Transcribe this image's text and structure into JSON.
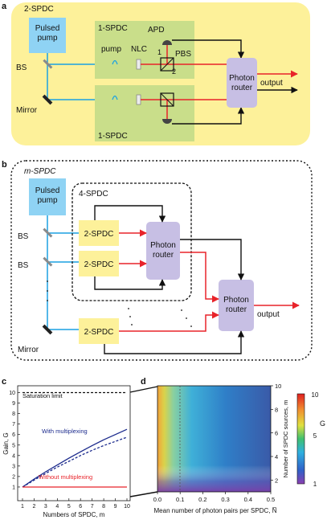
{
  "panel_a": {
    "letter": "a",
    "outer_label": "2-SPDC",
    "pump_line1": "Pulsed",
    "pump_line2": "pump",
    "bs_label": "BS",
    "mirror_label": "Mirror",
    "spdc_top_label": "1-SPDC",
    "spdc_bottom_label": "1-SPDC",
    "pump_word": "pump",
    "nlc_label": "NLC",
    "apd_label": "APD",
    "pbs_label": "PBS",
    "port1": "1",
    "port2": "2",
    "router_line1": "Photon",
    "router_line2": "router",
    "output_label": "output",
    "colors": {
      "outer_fill": "#fdf19a",
      "spdc_fill": "#c9de8a",
      "pump_fill": "#8fd3f4",
      "router_fill": "#c7bfe4",
      "pump_beam": "#1ba1e2",
      "photon_beam": "#e8232a"
    }
  },
  "panel_b": {
    "letter": "b",
    "outer_label": "m-SPDC",
    "pump_line1": "Pulsed",
    "pump_line2": "pump",
    "bs1_label": "BS",
    "bs2_label": "BS",
    "mirror_label": "Mirror",
    "inner_label": "4-SPDC",
    "spdc_box_label": "2-SPDC",
    "router_line1": "Photon",
    "router_line2": "router",
    "output_label": "output",
    "colors": {
      "spdc_fill": "#fdf19a"
    }
  },
  "panel_c": {
    "letter": "c",
    "ylabel": "Gain, G",
    "xlabel": "Numbers of SPDC, m",
    "saturation_label": "Saturation limit",
    "with_label": "With multiplexing",
    "without_label": "Without multiplexing",
    "x_ticks": [
      "1",
      "2",
      "3",
      "4",
      "5",
      "6",
      "7",
      "8",
      "9",
      "10"
    ],
    "y_ticks": [
      "1",
      "2",
      "3",
      "4",
      "5",
      "6",
      "7",
      "8",
      "9",
      "10"
    ]
  },
  "panel_d": {
    "letter": "d",
    "xlabel": "Mean number of photon pairs per SPDC, N̅",
    "ylabel": "Number of SPDC sources, m",
    "x_ticks": [
      "0.0",
      "0.1",
      "0.2",
      "0.3",
      "0.4",
      "0.5"
    ],
    "y_ticks": [
      "2",
      "4",
      "6",
      "8",
      "10"
    ],
    "colorbar_label": "G",
    "colorbar_ticks": [
      "10",
      "5",
      "1"
    ]
  },
  "chart_data": [
    {
      "type": "line",
      "panel": "c",
      "xlabel": "Numbers of SPDC, m",
      "ylabel": "Gain, G",
      "xlim": [
        1,
        10
      ],
      "ylim": [
        0,
        10.5
      ],
      "x": [
        1,
        2,
        3,
        4,
        5,
        6,
        7,
        8,
        9,
        10
      ],
      "series": [
        {
          "name": "Saturation limit",
          "style": "dashed",
          "color": "#111111",
          "values": [
            10,
            10,
            10,
            10,
            10,
            10,
            10,
            10,
            10,
            10
          ]
        },
        {
          "name": "With multiplexing",
          "style": "solid",
          "color": "#1b2a8c",
          "values": [
            1.0,
            1.75,
            2.45,
            3.1,
            3.75,
            4.35,
            4.95,
            5.5,
            6.0,
            6.5
          ]
        },
        {
          "style": "dashed",
          "color": "#1b2a8c",
          "values": [
            1.0,
            1.65,
            2.3,
            2.9,
            3.45,
            4.0,
            4.5,
            4.95,
            5.35,
            5.75
          ]
        },
        {
          "name": "Without multiplexing",
          "style": "solid",
          "color": "#e8232a",
          "values": [
            1,
            1,
            1,
            1,
            1,
            1,
            1,
            1,
            1,
            1
          ]
        }
      ]
    },
    {
      "type": "heatmap",
      "panel": "d",
      "xlabel": "Mean number of photon pairs per SPDC, N̅",
      "ylabel": "Number of SPDC sources, m",
      "xlim": [
        0.0,
        0.5
      ],
      "ylim": [
        1,
        10
      ],
      "color_range": [
        1,
        10
      ],
      "colorbar_label": "G"
    }
  ]
}
